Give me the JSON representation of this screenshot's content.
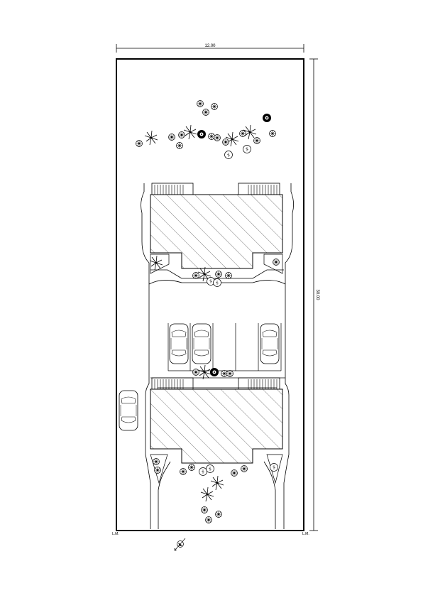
{
  "dimensions": {
    "width_label": "12.00",
    "depth_label": "30.00"
  },
  "boundary_marks": {
    "left": "L.M.",
    "right": "L.M."
  },
  "north": {
    "label": "N"
  },
  "blocks": [
    {
      "name": "upper-building",
      "hatched": true
    },
    {
      "name": "lower-building",
      "hatched": true
    }
  ],
  "parked_cars": 4,
  "colors": {
    "line": "#000000",
    "background": "#ffffff"
  }
}
